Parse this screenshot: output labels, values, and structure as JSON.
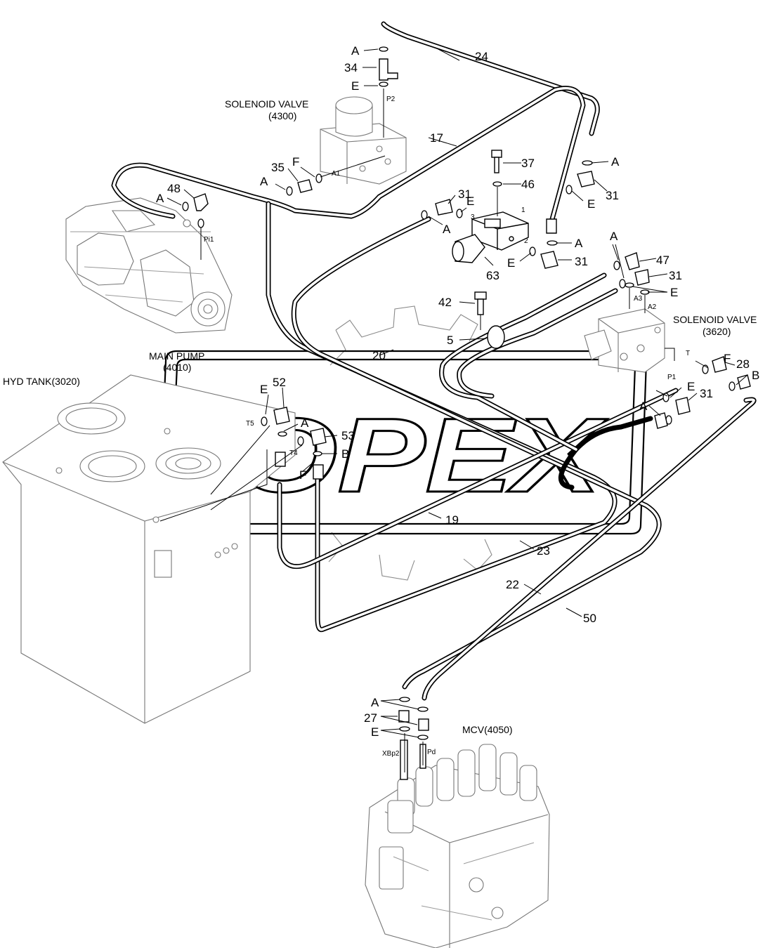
{
  "components": {
    "solenoid_valve_4300": {
      "name": "SOLENOID VALVE",
      "code": "(4300)"
    },
    "solenoid_valve_3620": {
      "name": "SOLENOID VALVE",
      "code": "(3620)"
    },
    "main_pump": {
      "name": "MAIN PUMP",
      "code": "(4010)"
    },
    "hyd_tank": {
      "name": "HYD TANK(3020)"
    },
    "mcv": {
      "name": "MCV(4050)"
    }
  },
  "part_numbers": {
    "p24": "24",
    "p34": "34",
    "p17": "17",
    "p35": "35",
    "p37": "37",
    "p46": "46",
    "p31a": "31",
    "p31b": "31",
    "p31c": "31",
    "p31d": "31",
    "p31e": "31",
    "p48": "48",
    "p63": "63",
    "p47": "47",
    "p28": "28",
    "p42": "42",
    "p5": "5",
    "p20": "20",
    "p52": "52",
    "p53": "53",
    "p19": "19",
    "p23": "23",
    "p22": "22",
    "p50": "50",
    "p27": "27"
  },
  "letters": {
    "a1": "A",
    "e1": "E",
    "f1": "F",
    "a2": "A",
    "a3": "A",
    "e2": "E",
    "a4": "A",
    "a5": "A",
    "e3": "E",
    "a6": "A",
    "a7": "A",
    "e4": "E",
    "e5": "E",
    "f2": "F",
    "b1": "B",
    "e6": "E",
    "a8": "A",
    "e7": "E",
    "a9": "A",
    "b2": "B",
    "f3": "F",
    "a10": "A",
    "e8": "E"
  },
  "ports": {
    "p2": "P2",
    "a1": "A1",
    "pi1": "Pi1",
    "n1": "1",
    "n2": "2",
    "n3": "3",
    "a3": "A3",
    "a2": "A2",
    "t": "T",
    "p1": "P1",
    "t5": "T5",
    "t4": "T4",
    "xbp2": "XBp2",
    "pd": "Pd"
  },
  "watermark": {
    "text": "OPEX"
  }
}
